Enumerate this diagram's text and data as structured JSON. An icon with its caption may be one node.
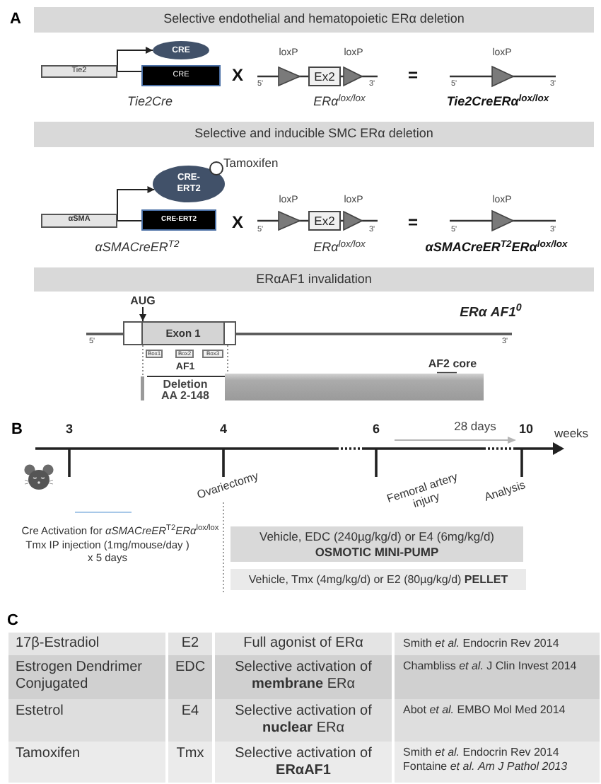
{
  "diagram": {
    "nodes": [
      {
        "text": [
          "Selective endothelial and hematopoietic ERα deletion"
        ]
      },
      {
        "text": [
          "CRE"
        ]
      },
      {
        "text": [
          "Tie2"
        ]
      },
      {
        "text": [
          "CRE"
        ]
      },
      {
        "text": [
          "Ex2"
        ]
      },
      {
        "text": [
          "Selective and inducible SMC ERα deletion"
        ]
      },
      {
        "text": [
          "CRE-ERT2"
        ]
      },
      {
        "text": [],
        "shape": "circle",
        "beside": [
          "Tamoxifen"
        ]
      },
      {
        "text": [
          "αSMA"
        ]
      },
      {
        "text": [
          "CRE-ERT2"
        ]
      },
      {
        "text": [
          "Ex2"
        ]
      },
      {
        "text": [
          "ERαAF1 invalidation"
        ]
      },
      {
        "text": [
          "AUG"
        ]
      },
      {
        "text": [
          "Exon 1"
        ]
      },
      {
        "text": [
          "Box1"
        ]
      },
      {
        "text": [
          "Box2"
        ]
      },
      {
        "text": [
          "Box3"
        ]
      },
      {
        "text": [
          "Vehicle, EDC (240µg/kg/d) or E4 (6mg/kg/d)",
          "OSMOTIC MINI-PUMP"
        ]
      },
      {
        "text": [
          "Vehicle, Tmx (4mg/kg/d) or E2 (80µg/kg/d) **PELLET**"
        ]
      }
    ],
    "edges": [
      {
        "from": 2,
        "to": 3,
        "arrow": "none"
      },
      {
        "from": 2,
        "to": 1,
        "arrow": "to"
      },
      {
        "from": 8,
        "to": 9,
        "arrow": "none"
      },
      {
        "from": 8,
        "to": 6,
        "arrow": "to"
      },
      {
        "from": 12,
        "to": 13,
        "arrow": "to"
      }
    ],
    "labels": [
      "A",
      "Tie2Cre",
      "X",
      "loxP",
      "loxP",
      "5'",
      "3'",
      "ERα$^{lox/lox}$",
      "=",
      "loxP",
      "5'",
      "3'",
      "Tie2CreERα$^{lox/lox}$",
      "αSMACreER$^{T2}$",
      "X",
      "loxP",
      "loxP",
      "5'",
      "3'",
      "ERα$^{lox/lox}$",
      "=",
      "loxP",
      "5'",
      "3'",
      "αSMACreER$^{T2}$ERα$^{lox/lox}$",
      "ERα AF1$^{0}$",
      "5'",
      "3'",
      "AF1",
      "AF2 core",
      "Deletion AA 2-148",
      "B",
      "3",
      "4",
      "6",
      "28 days",
      "10",
      "weeks",
      "Ovariectomy",
      "Femoral artery injury",
      "Analysis",
      "Cre Activation for *αSMACreER*$^{T2}$*ERα*$^{lox/lox}$",
      "Tmx IP injection (1mg/mouse/day )",
      "x 5 days",
      "C",
      "17β-Estradiol",
      "E2",
      "Full agonist of ERα",
      "Smith *et al.* Endocrin Rev 2014",
      "Estrogen Dendrimer Conjugated",
      "EDC",
      "Selective activation of **membrane** ERα",
      "Chambliss *et al.* J Clin Invest 2014",
      "Estetrol",
      "E4",
      "Selective activation of **nuclear** ERα",
      "Abot *et al.* EMBO Mol Med 2014",
      "Tamoxifen",
      "Tmx",
      "Selective activation of **ERαAF1**",
      "Smith *et al.* Endocrin Rev 2014",
      "Fontaine *et al.* *Am J Pathol 2013*"
    ]
  }
}
